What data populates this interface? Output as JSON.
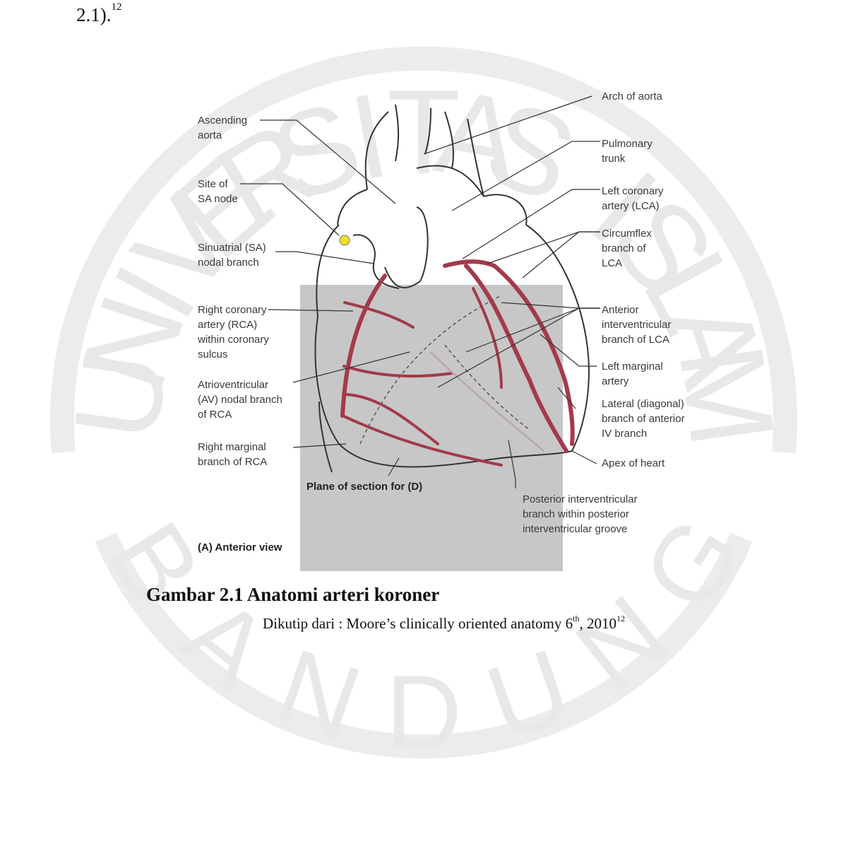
{
  "intro": {
    "text": "2.1).",
    "sup": "12"
  },
  "watermark": {
    "arc_top": [
      "U",
      "N",
      "I",
      "V",
      "E",
      "R",
      "S",
      "I",
      "T",
      "A",
      "S",
      " ",
      "I",
      "S",
      "L",
      "A",
      "M"
    ],
    "arc_bottom": [
      "B",
      "A",
      "N",
      "D",
      "U",
      "N",
      "G"
    ]
  },
  "figure": {
    "labels": {
      "arch_of_aorta": "Arch of aorta",
      "ascending_aorta": "Ascending\naorta",
      "pulmonary_trunk": "Pulmonary\ntrunk",
      "site_sa_node": "Site of\nSA node",
      "left_coronary_artery": "Left coronary\nartery (LCA)",
      "sa_nodal_branch": "Sinuatrial (SA)\nnodal branch",
      "circumflex_branch": "Circumflex\nbranch of\nLCA",
      "right_coronary_artery": "Right coronary\nartery (RCA)\nwithin coronary\nsulcus",
      "anterior_iv_branch": "Anterior\ninterventricular\nbranch of LCA",
      "left_marginal_artery": "Left marginal\nartery",
      "av_nodal_branch": "Atrioventricular\n(AV) nodal branch\nof RCA",
      "lateral_diagonal_branch": "Lateral (diagonal)\nbranch of anterior\nIV branch",
      "right_marginal_branch": "Right marginal\nbranch of RCA",
      "apex_of_heart": "Apex of heart",
      "plane_of_section": "Plane of section for (D)",
      "posterior_iv_branch": "Posterior interventricular\nbranch within posterior\ninterventricular groove",
      "anterior_view": "(A) Anterior view"
    }
  },
  "caption": {
    "title": "Gambar 2.1 Anatomi arteri koroner"
  },
  "source": {
    "prefix": "Dikutip dari : Moore’s clinically oriented anatomy 6",
    "sup1": "th",
    "mid": ", 2010",
    "sup2": "12"
  },
  "colors": {
    "artery": "#a33a4a",
    "sa_node": "#f0e020",
    "overlay": "#b4b4b4",
    "watermark": "#e9e9e9"
  }
}
